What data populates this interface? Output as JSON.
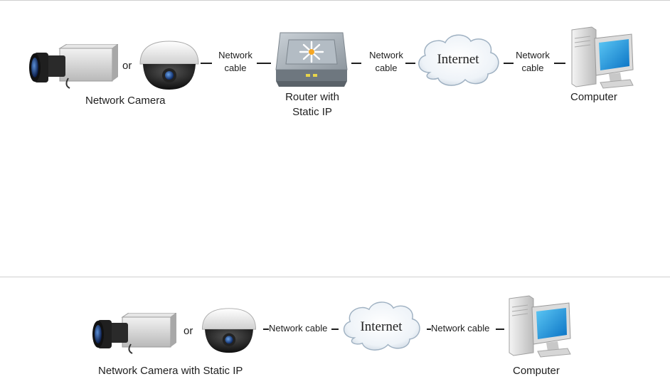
{
  "diagram1": {
    "camera_label": "Network Camera",
    "or": "or",
    "router_label_line1": "Router with",
    "router_label_line2": "Static IP",
    "cable1_line1": "Network",
    "cable1_line2": "cable",
    "cable2_line1": "Network",
    "cable2_line2": "cable",
    "cable3_line1": "Network",
    "cable3_line2": "cable",
    "internet": "Internet",
    "computer_label": "Computer"
  },
  "diagram2": {
    "camera_label": "Network Camera with Static IP",
    "or": "or",
    "cable_left": "Network cable",
    "cable_right": "Network cable",
    "internet": "Internet",
    "computer_label": "Computer"
  }
}
